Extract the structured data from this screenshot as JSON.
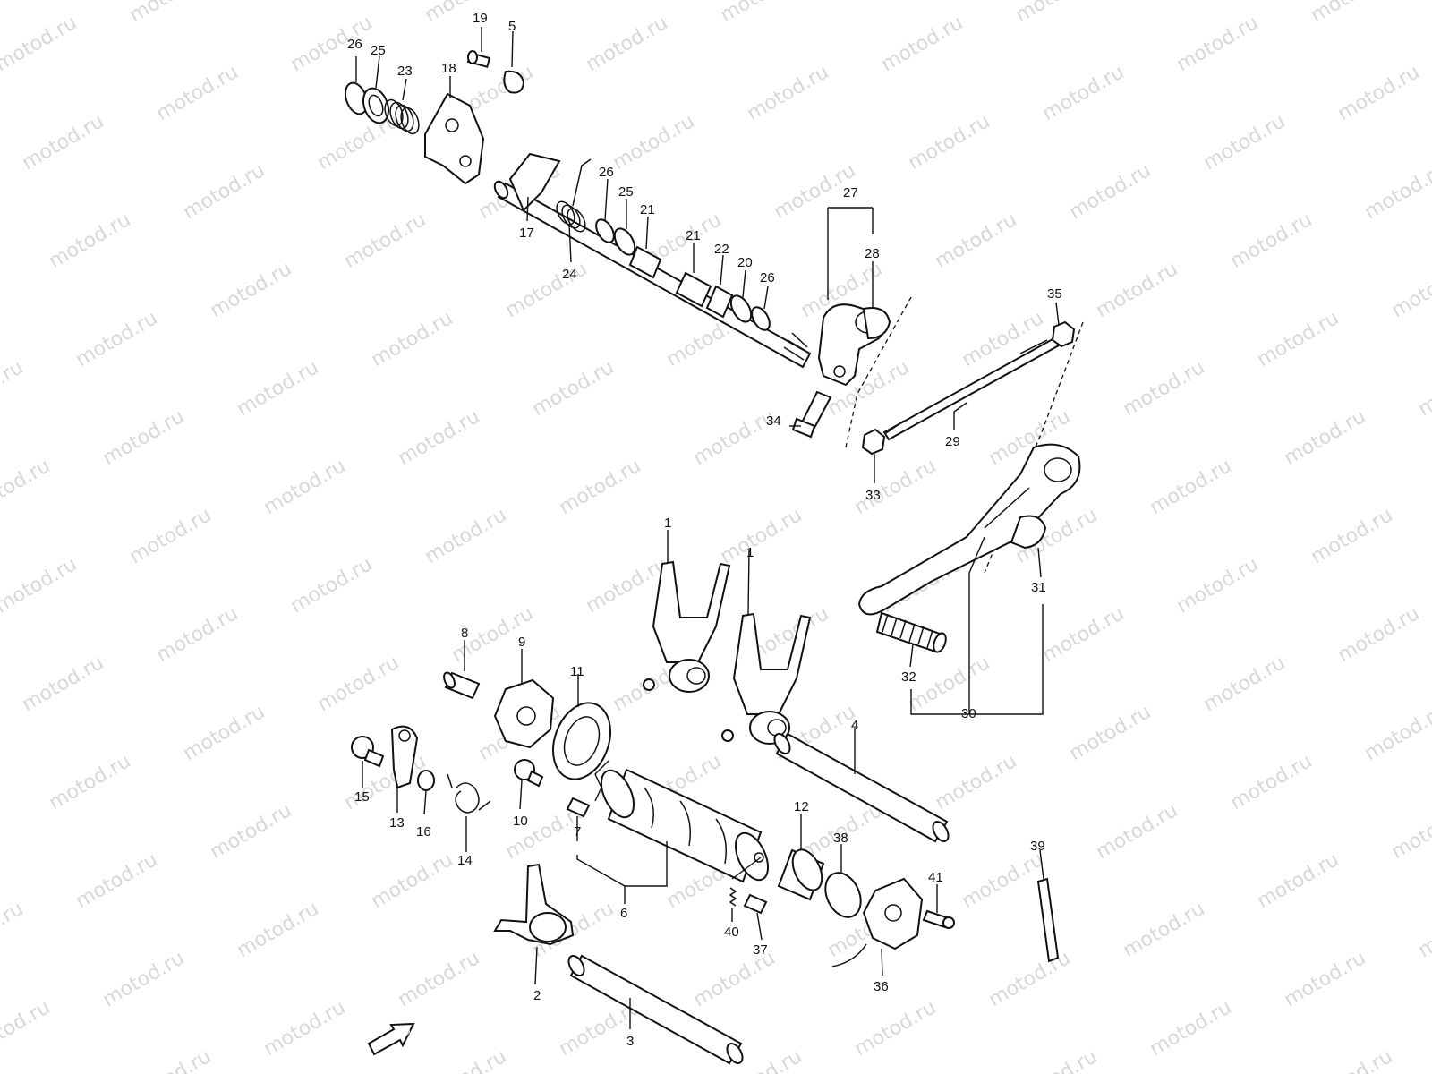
{
  "watermark": "motod.ru",
  "fwd_label": "FWD",
  "colors": {
    "ink": "#111111",
    "watermark": "#d8d8d8",
    "background": "#ffffff"
  },
  "callouts": [
    {
      "id": "c26a",
      "text": "26"
    },
    {
      "id": "c25a",
      "text": "25"
    },
    {
      "id": "c23",
      "text": "23"
    },
    {
      "id": "c18",
      "text": "18"
    },
    {
      "id": "c19",
      "text": "19"
    },
    {
      "id": "c5",
      "text": "5"
    },
    {
      "id": "c17",
      "text": "17"
    },
    {
      "id": "c24",
      "text": "24"
    },
    {
      "id": "c26b",
      "text": "26"
    },
    {
      "id": "c25b",
      "text": "25"
    },
    {
      "id": "c21a",
      "text": "21"
    },
    {
      "id": "c21b",
      "text": "21"
    },
    {
      "id": "c22",
      "text": "22"
    },
    {
      "id": "c20",
      "text": "20"
    },
    {
      "id": "c26c",
      "text": "26"
    },
    {
      "id": "c27",
      "text": "27"
    },
    {
      "id": "c28",
      "text": "28"
    },
    {
      "id": "c35",
      "text": "35"
    },
    {
      "id": "c34",
      "text": "34"
    },
    {
      "id": "c29",
      "text": "29"
    },
    {
      "id": "c33",
      "text": "33"
    },
    {
      "id": "c1a",
      "text": "1"
    },
    {
      "id": "c1b",
      "text": "1"
    },
    {
      "id": "c31",
      "text": "31"
    },
    {
      "id": "c32",
      "text": "32"
    },
    {
      "id": "c30",
      "text": "30"
    },
    {
      "id": "c8",
      "text": "8"
    },
    {
      "id": "c9",
      "text": "9"
    },
    {
      "id": "c11",
      "text": "11"
    },
    {
      "id": "c4",
      "text": "4"
    },
    {
      "id": "c15",
      "text": "15"
    },
    {
      "id": "c13",
      "text": "13"
    },
    {
      "id": "c16",
      "text": "16"
    },
    {
      "id": "c14",
      "text": "14"
    },
    {
      "id": "c10",
      "text": "10"
    },
    {
      "id": "c7",
      "text": "7"
    },
    {
      "id": "c6",
      "text": "6"
    },
    {
      "id": "c12",
      "text": "12"
    },
    {
      "id": "c38",
      "text": "38"
    },
    {
      "id": "c39",
      "text": "39"
    },
    {
      "id": "c40",
      "text": "40"
    },
    {
      "id": "c37",
      "text": "37"
    },
    {
      "id": "c41",
      "text": "41"
    },
    {
      "id": "c36",
      "text": "36"
    },
    {
      "id": "c2",
      "text": "2"
    },
    {
      "id": "c3",
      "text": "3"
    }
  ]
}
